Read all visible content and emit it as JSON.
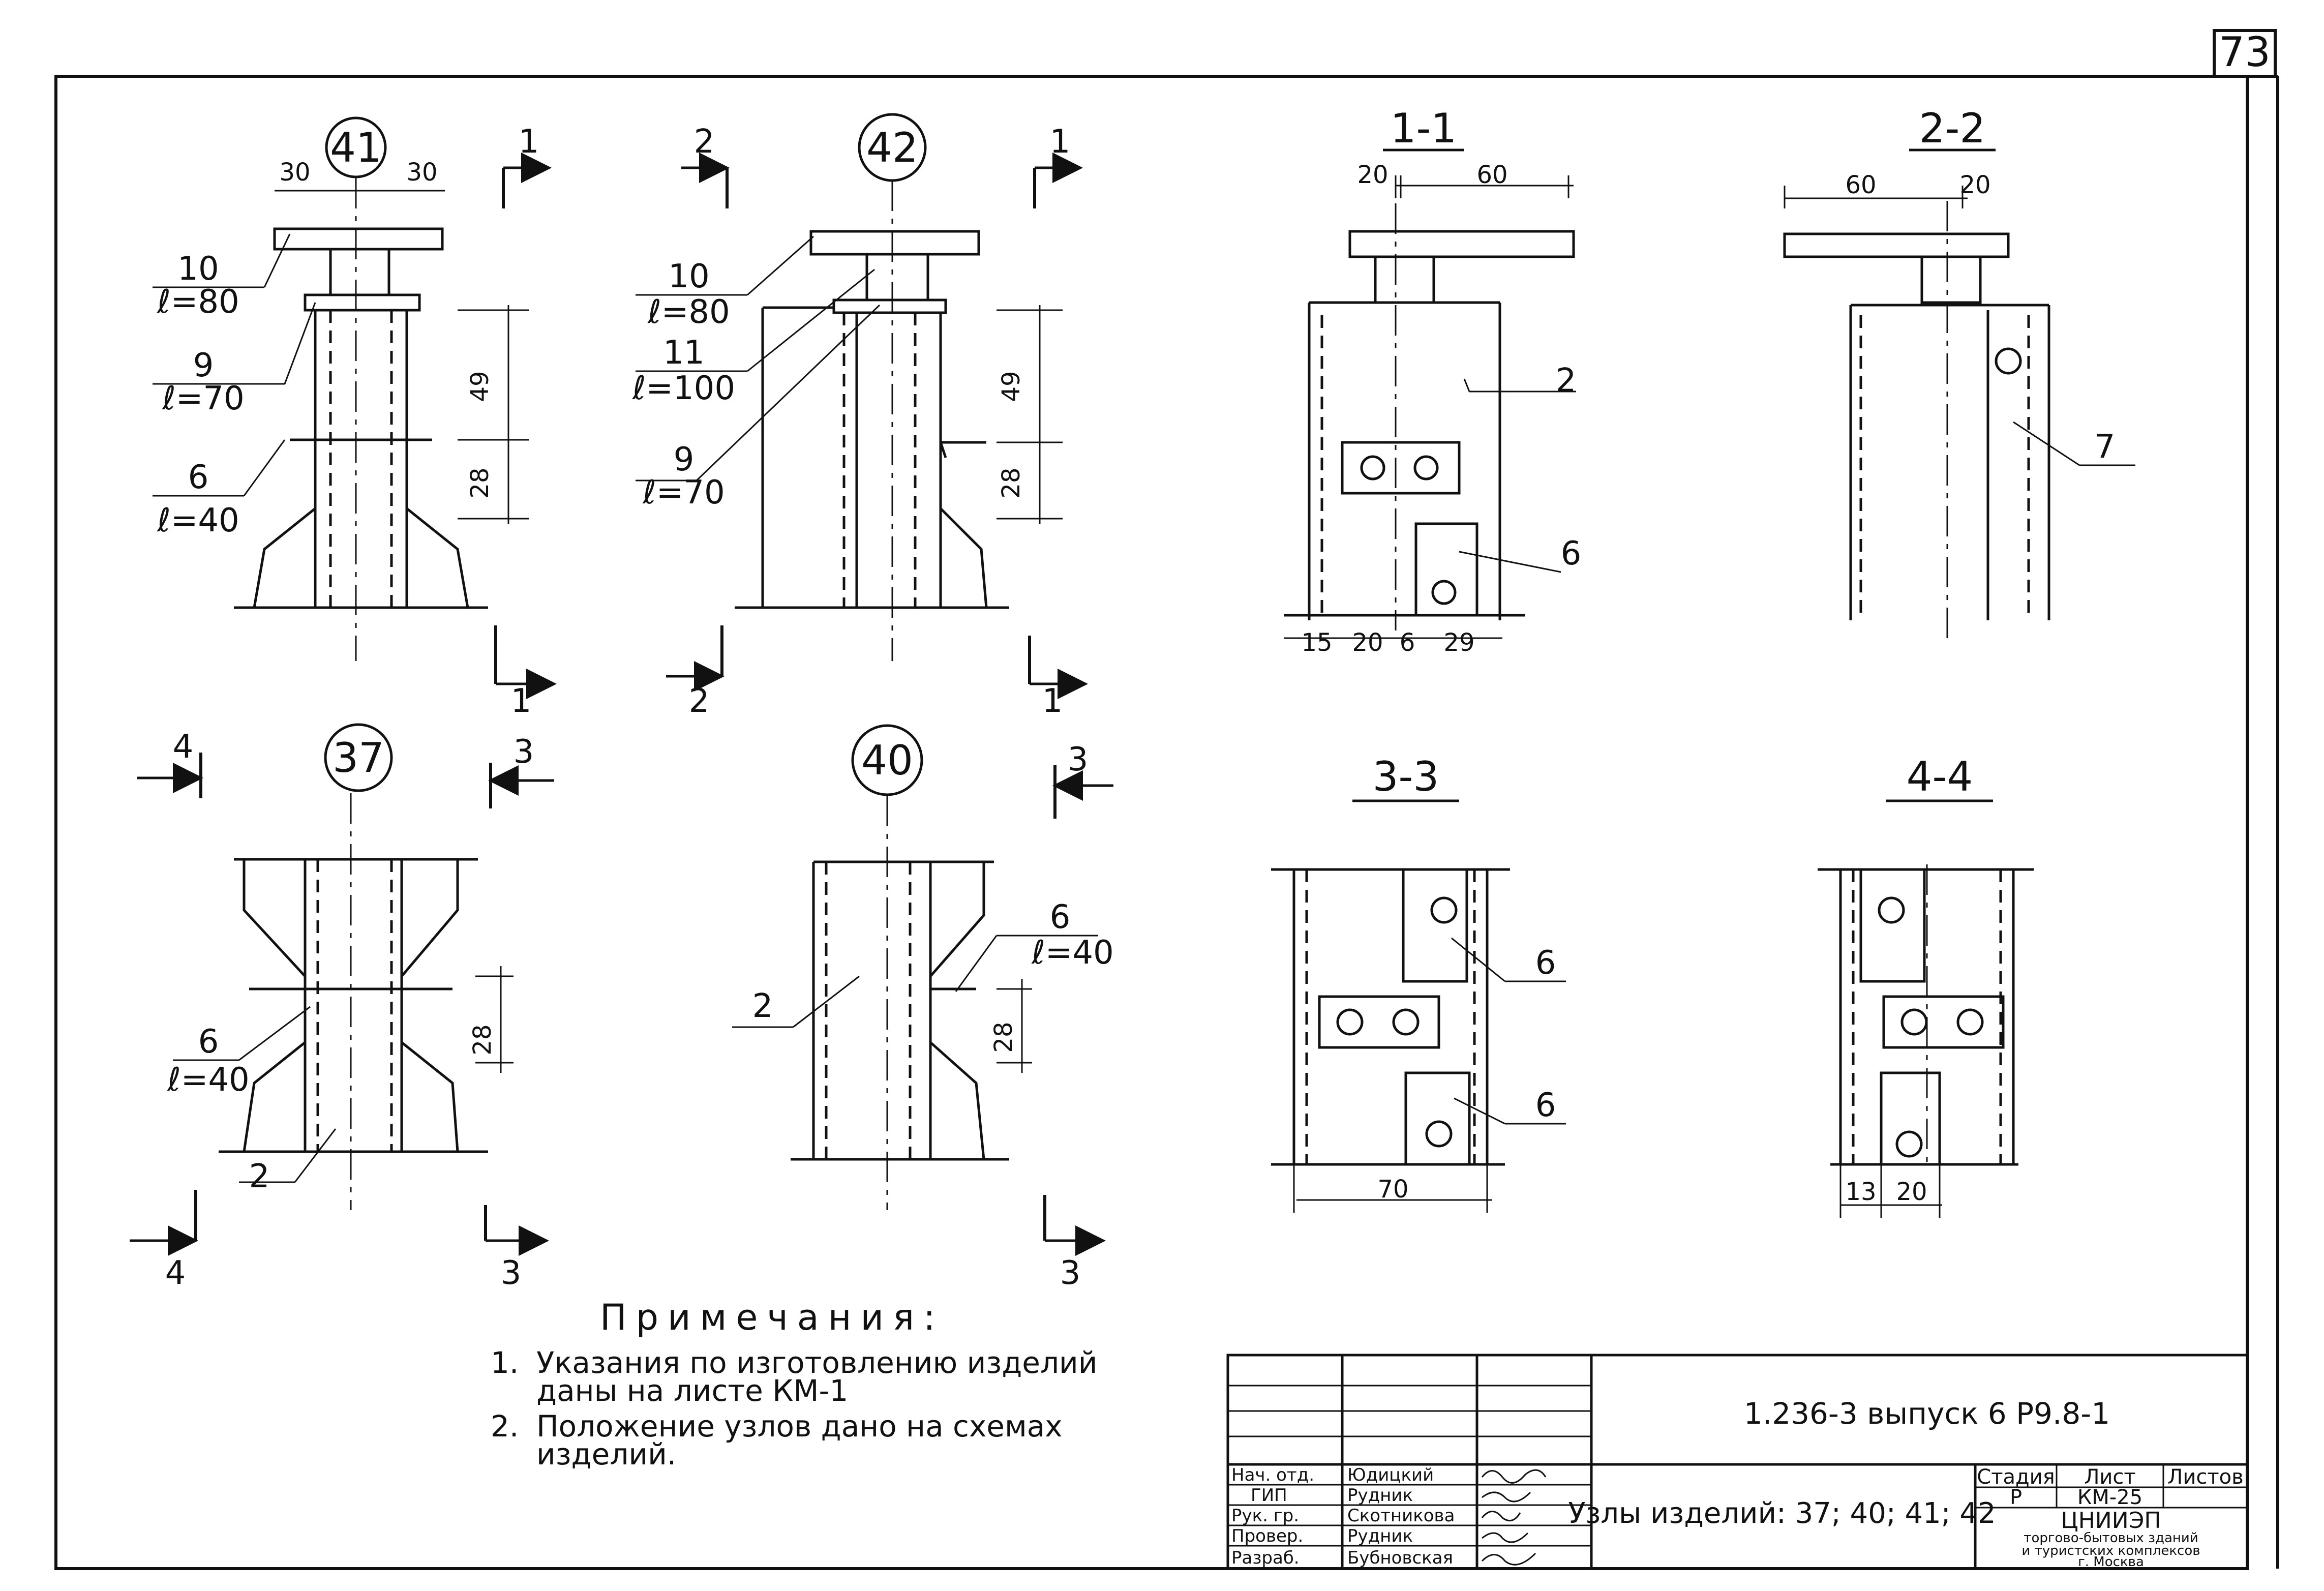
{
  "sheet_number": "73",
  "nodes": {
    "n41": {
      "id": "41",
      "dim_left": "30",
      "dim_right": "30",
      "h_upper": "49",
      "h_lower": "28",
      "items": [
        {
          "num": "10",
          "len": "ℓ=80"
        },
        {
          "num": "9",
          "len": "ℓ=70"
        },
        {
          "num": "6",
          "len": "ℓ=40"
        }
      ],
      "cut_top": "1",
      "cut_bottom": "1"
    },
    "n42": {
      "id": "42",
      "h_upper": "49",
      "h_lower": "28",
      "items": [
        {
          "num": "10",
          "len": "ℓ=80"
        },
        {
          "num": "11",
          "len": "ℓ=100"
        },
        {
          "num": "9",
          "len": "ℓ=70"
        }
      ],
      "cut_left_top": "2",
      "cut_left_bottom": "2",
      "cut_right_top": "1",
      "cut_right_bottom": "1"
    },
    "n37": {
      "id": "37",
      "h": "28",
      "items": [
        {
          "num": "6",
          "len": "ℓ=40"
        },
        {
          "num": "2"
        }
      ],
      "cut_left_top": "4",
      "cut_left_bottom": "4",
      "cut_right_top": "3",
      "cut_right_bottom": "3"
    },
    "n40": {
      "id": "40",
      "h": "28",
      "items": [
        {
          "num": "6",
          "len": "ℓ=40"
        },
        {
          "num": "2"
        }
      ],
      "cut_top": "3",
      "cut_bottom": "3"
    }
  },
  "sections": {
    "s11": {
      "title": "1-1",
      "dim_top_a": "20",
      "dim_top_b": "60",
      "dims_bottom": [
        "15",
        "20",
        "6",
        "29"
      ],
      "items": [
        "2",
        "6"
      ]
    },
    "s22": {
      "title": "2-2",
      "dim_top_a": "60",
      "dim_top_b": "20",
      "items": [
        "7"
      ]
    },
    "s33": {
      "title": "3-3",
      "dim_bottom": "70",
      "items": [
        "6",
        "6"
      ]
    },
    "s44": {
      "title": "4-4",
      "dims_bottom": [
        "13",
        "20"
      ]
    }
  },
  "notes": {
    "heading": "Примечания:",
    "items": [
      {
        "num": "1.",
        "line1": "Указания по изготовлению изделий",
        "line2": "даны на листе КМ-1"
      },
      {
        "num": "2.",
        "line1": "Положение узлов дано на схемах",
        "line2": "изделий."
      }
    ]
  },
  "title_block": {
    "doc_code": "1.236-3 выпуск 6   Р9.8-1",
    "title": "Узлы изделий: 37; 40; 41; 42",
    "stage_label": "Стадия",
    "sheet_label": "Лист",
    "sheets_label": "Листов",
    "stage": "Р",
    "sheet": "КМ-25",
    "org1": "ЦНИИЭП",
    "org2": "торгово-бытовых зданий",
    "org3": "и туристских комплексов",
    "org4": "г. Москва",
    "roles": [
      {
        "role": "Нач. отд.",
        "name": "Юдицкий"
      },
      {
        "role": "ГИП",
        "name": "Рудник"
      },
      {
        "role": "Рук. гр.",
        "name": "Скотникова"
      },
      {
        "role": "Провер.",
        "name": "Рудник"
      },
      {
        "role": "Разраб.",
        "name": "Бубновская"
      }
    ]
  }
}
